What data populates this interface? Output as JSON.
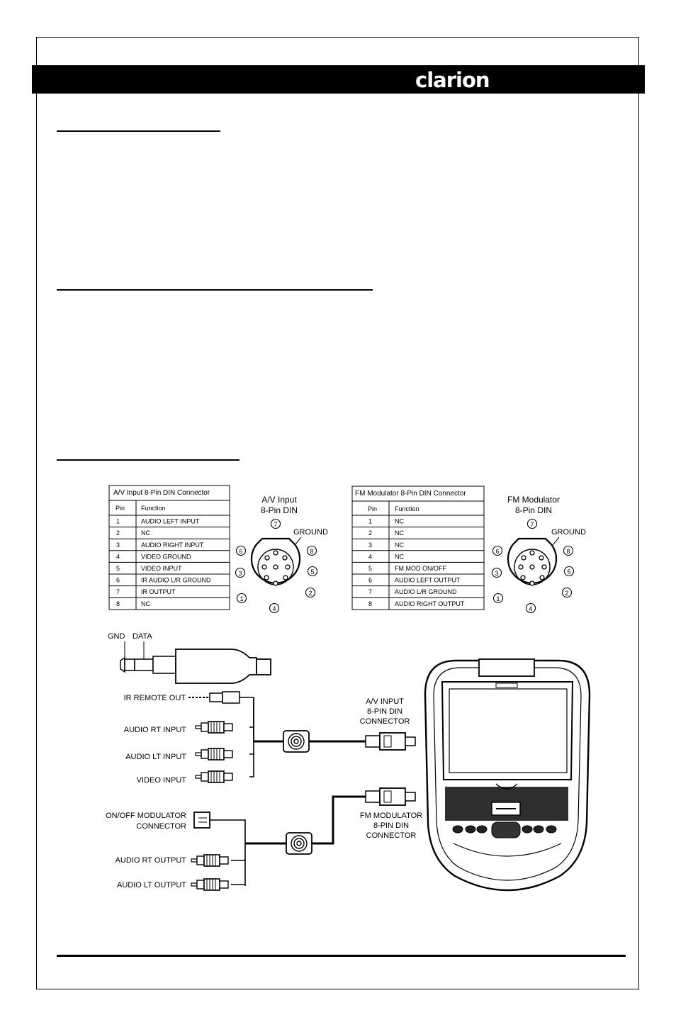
{
  "header": {
    "brand": "clarion"
  },
  "tables": {
    "av": {
      "title": "A/V Input 8-Pin DIN Connector",
      "col_pin": "Pin",
      "col_function": "Function",
      "rows": [
        [
          "1",
          "AUDIO LEFT INPUT"
        ],
        [
          "2",
          "NC"
        ],
        [
          "3",
          "AUDIO RIGHT INPUT"
        ],
        [
          "4",
          "VIDEO GROUND"
        ],
        [
          "5",
          "VIDEO INPUT"
        ],
        [
          "6",
          "IR AUDIO L/R GROUND"
        ],
        [
          "7",
          "IR OUTPUT"
        ],
        [
          "8",
          "NC"
        ]
      ]
    },
    "fm": {
      "title": "FM Modulator 8-Pin DIN Connector",
      "col_pin": "Pin",
      "col_function": "Function",
      "rows": [
        [
          "1",
          "NC"
        ],
        [
          "2",
          "NC"
        ],
        [
          "3",
          "NC"
        ],
        [
          "4",
          "NC"
        ],
        [
          "5",
          "FM MOD ON/OFF"
        ],
        [
          "6",
          "AUDIO LEFT OUTPUT"
        ],
        [
          "7",
          "AUDIO L/R GROUND"
        ],
        [
          "8",
          "AUDIO RIGHT OUTPUT"
        ]
      ]
    }
  },
  "din": {
    "av": {
      "title1": "A/V Input",
      "title2": "8-Pin DIN",
      "ground": "GROUND"
    },
    "fm": {
      "title1": "FM Modulator",
      "title2": "8-Pin DIN",
      "ground": "GROUND"
    },
    "pins": [
      "1",
      "2",
      "3",
      "4",
      "5",
      "6",
      "7",
      "8"
    ]
  },
  "diagram": {
    "gnd": "GND",
    "data": "DATA",
    "ir_remote_out": "IR REMOTE OUT",
    "audio_rt_input": "AUDIO RT INPUT",
    "audio_lt_input": "AUDIO LT INPUT",
    "video_input": "VIDEO INPUT",
    "av_conn_1": "A/V INPUT",
    "av_conn_2": "8-PIN DIN",
    "av_conn_3": "CONNECTOR",
    "onoff_1": "ON/OFF MODULATOR",
    "onoff_2": "CONNECTOR",
    "audio_rt_output": "AUDIO RT OUTPUT",
    "audio_lt_output": "AUDIO LT OUTPUT",
    "fm_conn_1": "FM MODULATOR",
    "fm_conn_2": "8-PIN DIN",
    "fm_conn_3": "CONNECTOR"
  }
}
